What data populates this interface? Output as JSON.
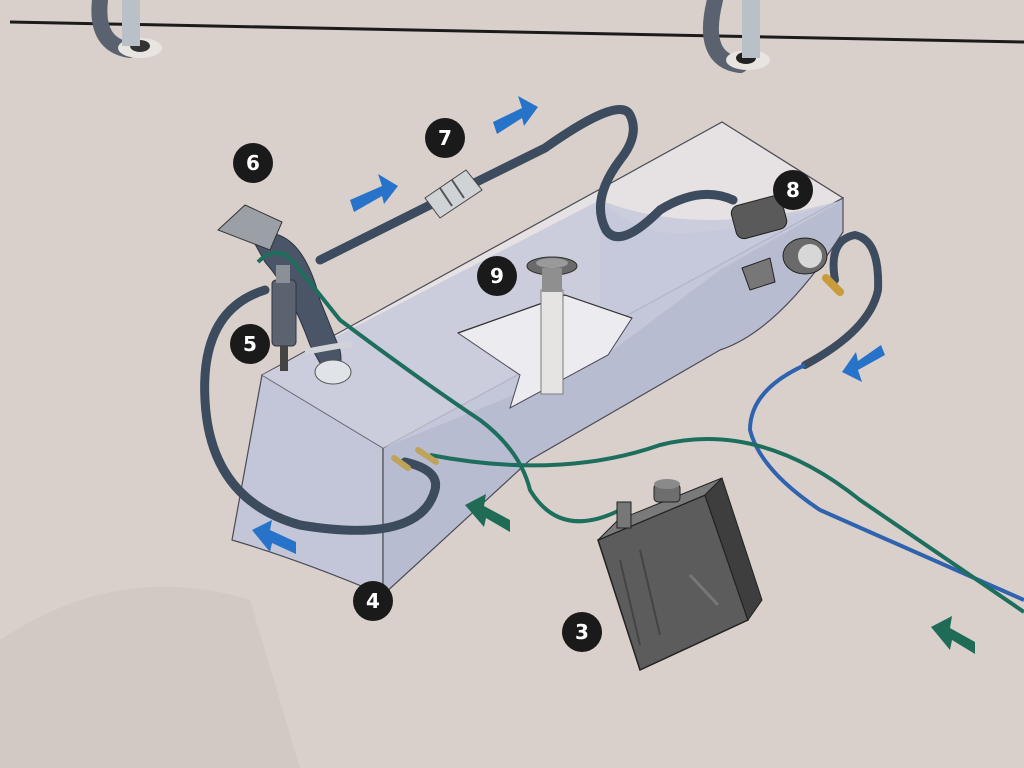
{
  "diagram": {
    "callouts": [
      {
        "id": "callout-3",
        "label": "3"
      },
      {
        "id": "callout-4",
        "label": "4"
      },
      {
        "id": "callout-5",
        "label": "5"
      },
      {
        "id": "callout-6",
        "label": "6"
      },
      {
        "id": "callout-7",
        "label": "7"
      },
      {
        "id": "callout-8",
        "label": "8"
      },
      {
        "id": "callout-9",
        "label": "9"
      }
    ],
    "flow_arrows": [
      {
        "id": "arrow-blue-1",
        "color": "blue",
        "direction": "right"
      },
      {
        "id": "arrow-blue-2",
        "color": "blue",
        "direction": "right"
      },
      {
        "id": "arrow-blue-3",
        "color": "blue",
        "direction": "left"
      },
      {
        "id": "arrow-blue-4",
        "color": "blue",
        "direction": "left"
      },
      {
        "id": "arrow-green-1",
        "color": "green",
        "direction": "left"
      },
      {
        "id": "arrow-green-2",
        "color": "green",
        "direction": "left"
      }
    ]
  },
  "colors": {
    "background": "#d9d0cb",
    "tank_fill": "#c3c6d8",
    "tank_outline": "#4b4b55",
    "fuel_hose": "#3d4b5e",
    "vent_line": "#1e6e5e",
    "supply_line": "#2f63b0",
    "blue_arrow": "#2773c9",
    "green_arrow": "#1f6b55",
    "badge": "#1a1a1a",
    "canister": "#4a4a4a"
  }
}
